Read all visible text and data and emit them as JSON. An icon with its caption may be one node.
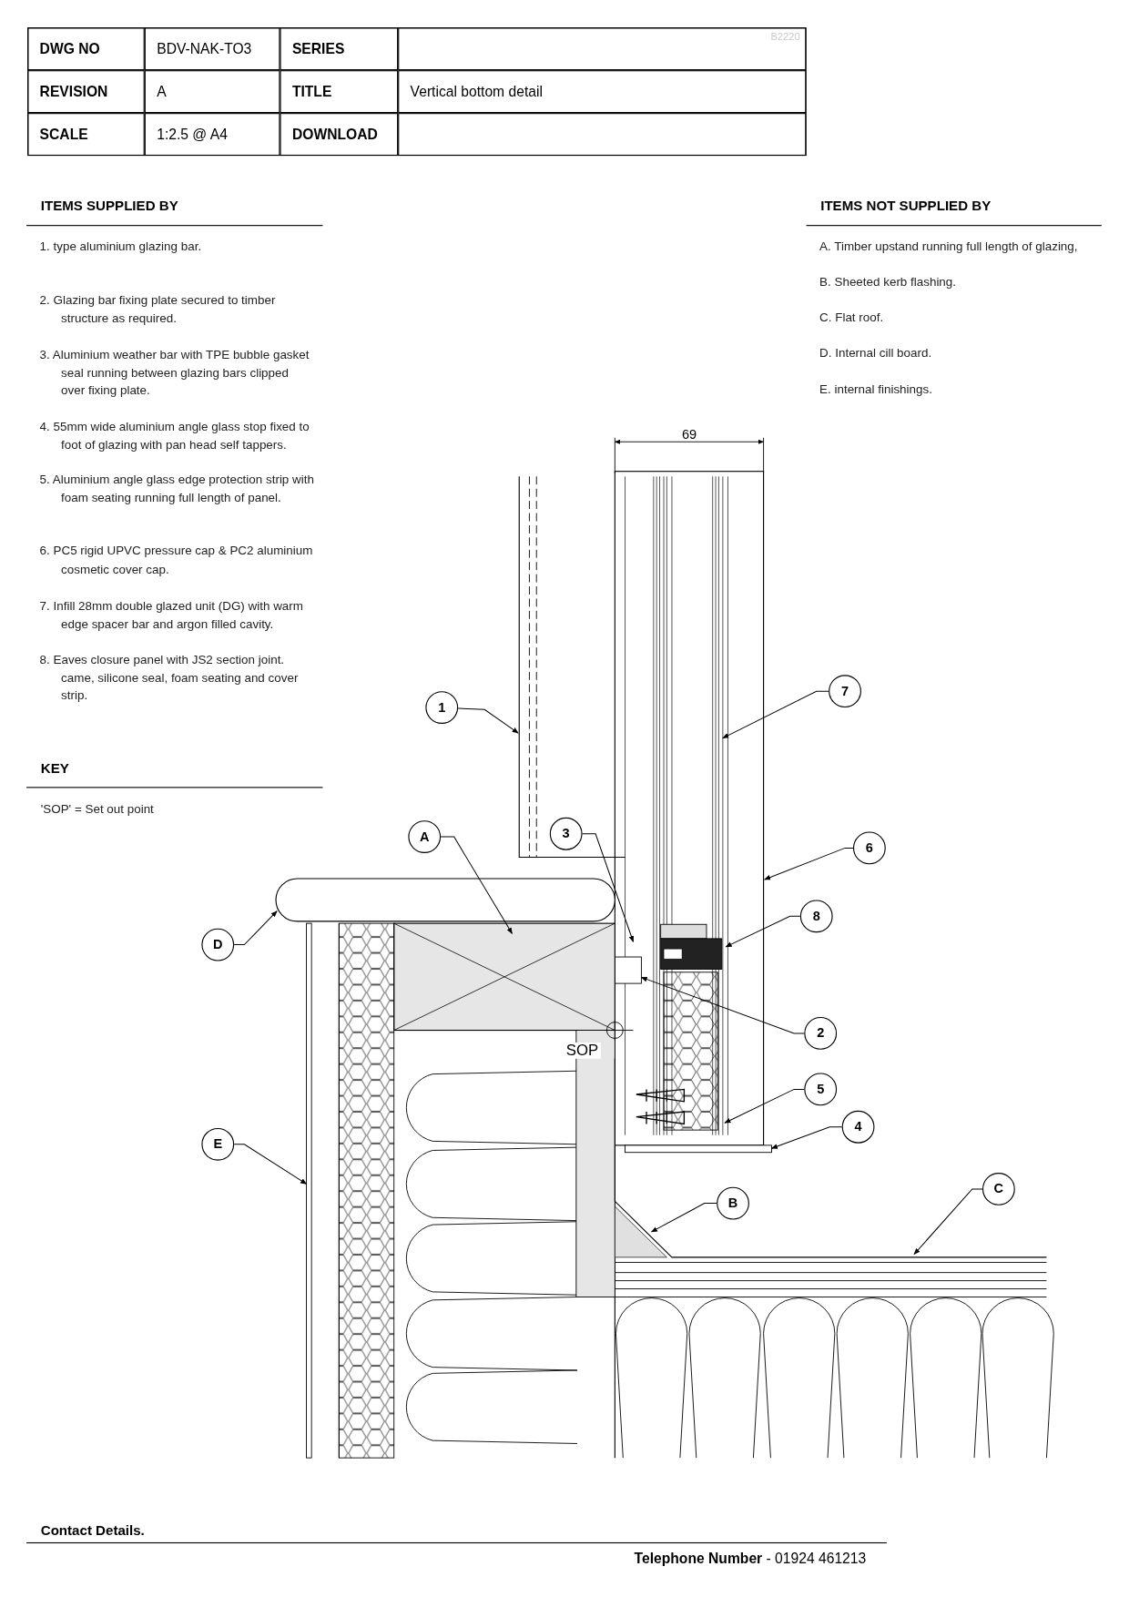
{
  "diagram": {
    "nodes": [
      {
        "text": [
          "7"
        ]
      },
      {
        "text": [
          "1"
        ]
      },
      {
        "text": [
          "3"
        ]
      },
      {
        "text": [
          "A"
        ]
      },
      {
        "text": [
          "6"
        ]
      },
      {
        "text": [
          "8"
        ]
      },
      {
        "text": [
          "D"
        ]
      },
      {
        "text": [
          "2"
        ]
      },
      {
        "text": [
          "5"
        ]
      },
      {
        "text": [
          "4"
        ]
      },
      {
        "text": [
          "E"
        ]
      },
      {
        "text": [
          "C"
        ]
      },
      {
        "text": [
          "B"
        ]
      }
    ],
    "edges": [
      {
        "from": 0,
        "to": null,
        "arrow": "to"
      },
      {
        "from": 1,
        "to": null,
        "arrow": "to"
      },
      {
        "from": 2,
        "to": null,
        "arrow": "to"
      },
      {
        "from": 3,
        "to": null,
        "arrow": "to"
      },
      {
        "from": 4,
        "to": null,
        "arrow": "to"
      },
      {
        "from": 5,
        "to": null,
        "arrow": "to"
      },
      {
        "from": 6,
        "to": null,
        "arrow": "to"
      },
      {
        "from": 7,
        "to": null,
        "arrow": "to"
      },
      {
        "from": 8,
        "to": null,
        "arrow": "to"
      },
      {
        "from": 9,
        "to": null,
        "arrow": "to"
      },
      {
        "from": 10,
        "to": null,
        "arrow": "to"
      },
      {
        "from": 11,
        "to": null,
        "arrow": "to"
      },
      {
        "from": 12,
        "to": null,
        "arrow": "to"
      }
    ],
    "labels": [
      "DWG NO",
      "BDV-NAK-TO3",
      "SERIES",
      "REVISION",
      "A",
      "TITLE",
      "Vertical bottom detail",
      "SCALE",
      "1:2.5 @ A4",
      "DOWNLOAD",
      "B2220",
      "ITEMS SUPPLIED BY",
      "1. type aluminium glazing bar.",
      "2. Glazing bar fixing plate secured to timber structure as required.",
      "3. Aluminium weather bar with TPE bubble gasket seal running between glazing bars clipped over fixing plate.",
      "4. 55mm wide aluminium angle glass stop fixed to foot of glazing with pan head self tappers.",
      "5. Aluminium angle glass edge protection strip with foam seating running full length of panel.",
      "6. PC5 rigid UPVC pressure cap & PC2 aluminium cosmetic cover cap.",
      "7. Infill 28mm double glazed unit (DG) with warm edge spacer bar and argon filled cavity.",
      "8. Eaves closure panel with JS2 section joint. came, silicone seal, foam seating and cover strip.",
      "ITEMS NOT SUPPLIED BY",
      "A. Timber upstand running full length of glazing,",
      "B. Sheeted kerb flashing.",
      "C. Flat roof.",
      "D. Internal cill board.",
      "E. internal finishings.",
      "KEY",
      "'SOP' = Set out point",
      "69",
      "SOP",
      "Contact Details.",
      "**Telephone Number** - 01924 461213"
    ]
  }
}
